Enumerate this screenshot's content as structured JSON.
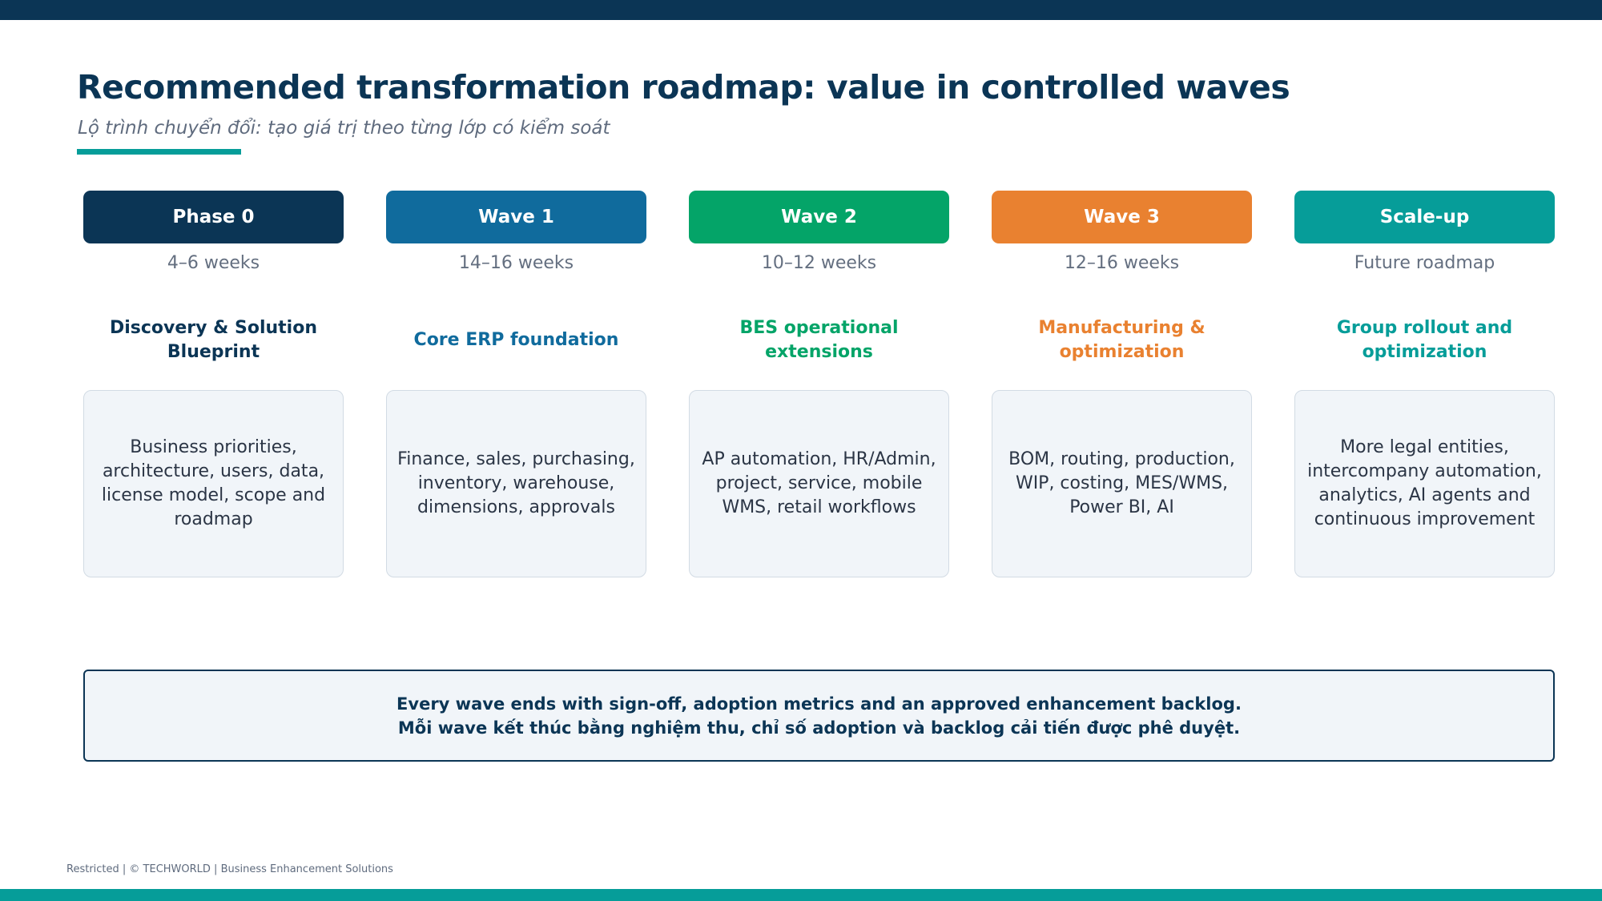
{
  "header": {
    "title": "Recommended transformation roadmap: value in controlled waves",
    "subtitle": "Lộ trình chuyển đổi: tạo giá trị theo từng lớp có kiểm soát"
  },
  "phases": [
    {
      "label": "Phase 0",
      "duration": "4–6 weeks",
      "title": "Discovery & Solution Blueprint",
      "description": "Business priorities, architecture, users, data, license model, scope and roadmap",
      "color": "#0b3555",
      "title_color": "#0b3555"
    },
    {
      "label": "Wave 1",
      "duration": "14–16 weeks",
      "title": "Core ERP foundation",
      "description": "Finance, sales, purchasing, inventory, warehouse, dimensions, approvals",
      "color": "#106b9d",
      "title_color": "#106b9d"
    },
    {
      "label": "Wave 2",
      "duration": "10–12 weeks",
      "title": "BES operational extensions",
      "description": "AP automation, HR/Admin, project, service, mobile WMS, retail workflows",
      "color": "#04a468",
      "title_color": "#04a468"
    },
    {
      "label": "Wave 3",
      "duration": "12–16 weeks",
      "title": "Manufacturing & optimization",
      "description": "BOM, routing, production, WIP, costing, MES/WMS, Power BI, AI",
      "color": "#e98130",
      "title_color": "#e98130"
    },
    {
      "label": "Scale-up",
      "duration": "Future roadmap",
      "title": "Group rollout and optimization",
      "description": "More legal entities, intercompany automation, analytics, AI agents and continuous improvement",
      "color": "#069d99",
      "title_color": "#069d99"
    }
  ],
  "note": {
    "line_en": "Every wave ends with sign-off, adoption metrics and an approved enhancement backlog.",
    "line_vi": "Mỗi wave kết thúc bằng nghiệm thu, chỉ số adoption và backlog cải tiến được phê duyệt."
  },
  "footer": {
    "text": "Restricted | © TECHWORLD | Business Enhancement Solutions"
  },
  "colors": {
    "navy": "#0b3555",
    "teal": "#069d99",
    "box_fill": "#f1f5f9"
  }
}
